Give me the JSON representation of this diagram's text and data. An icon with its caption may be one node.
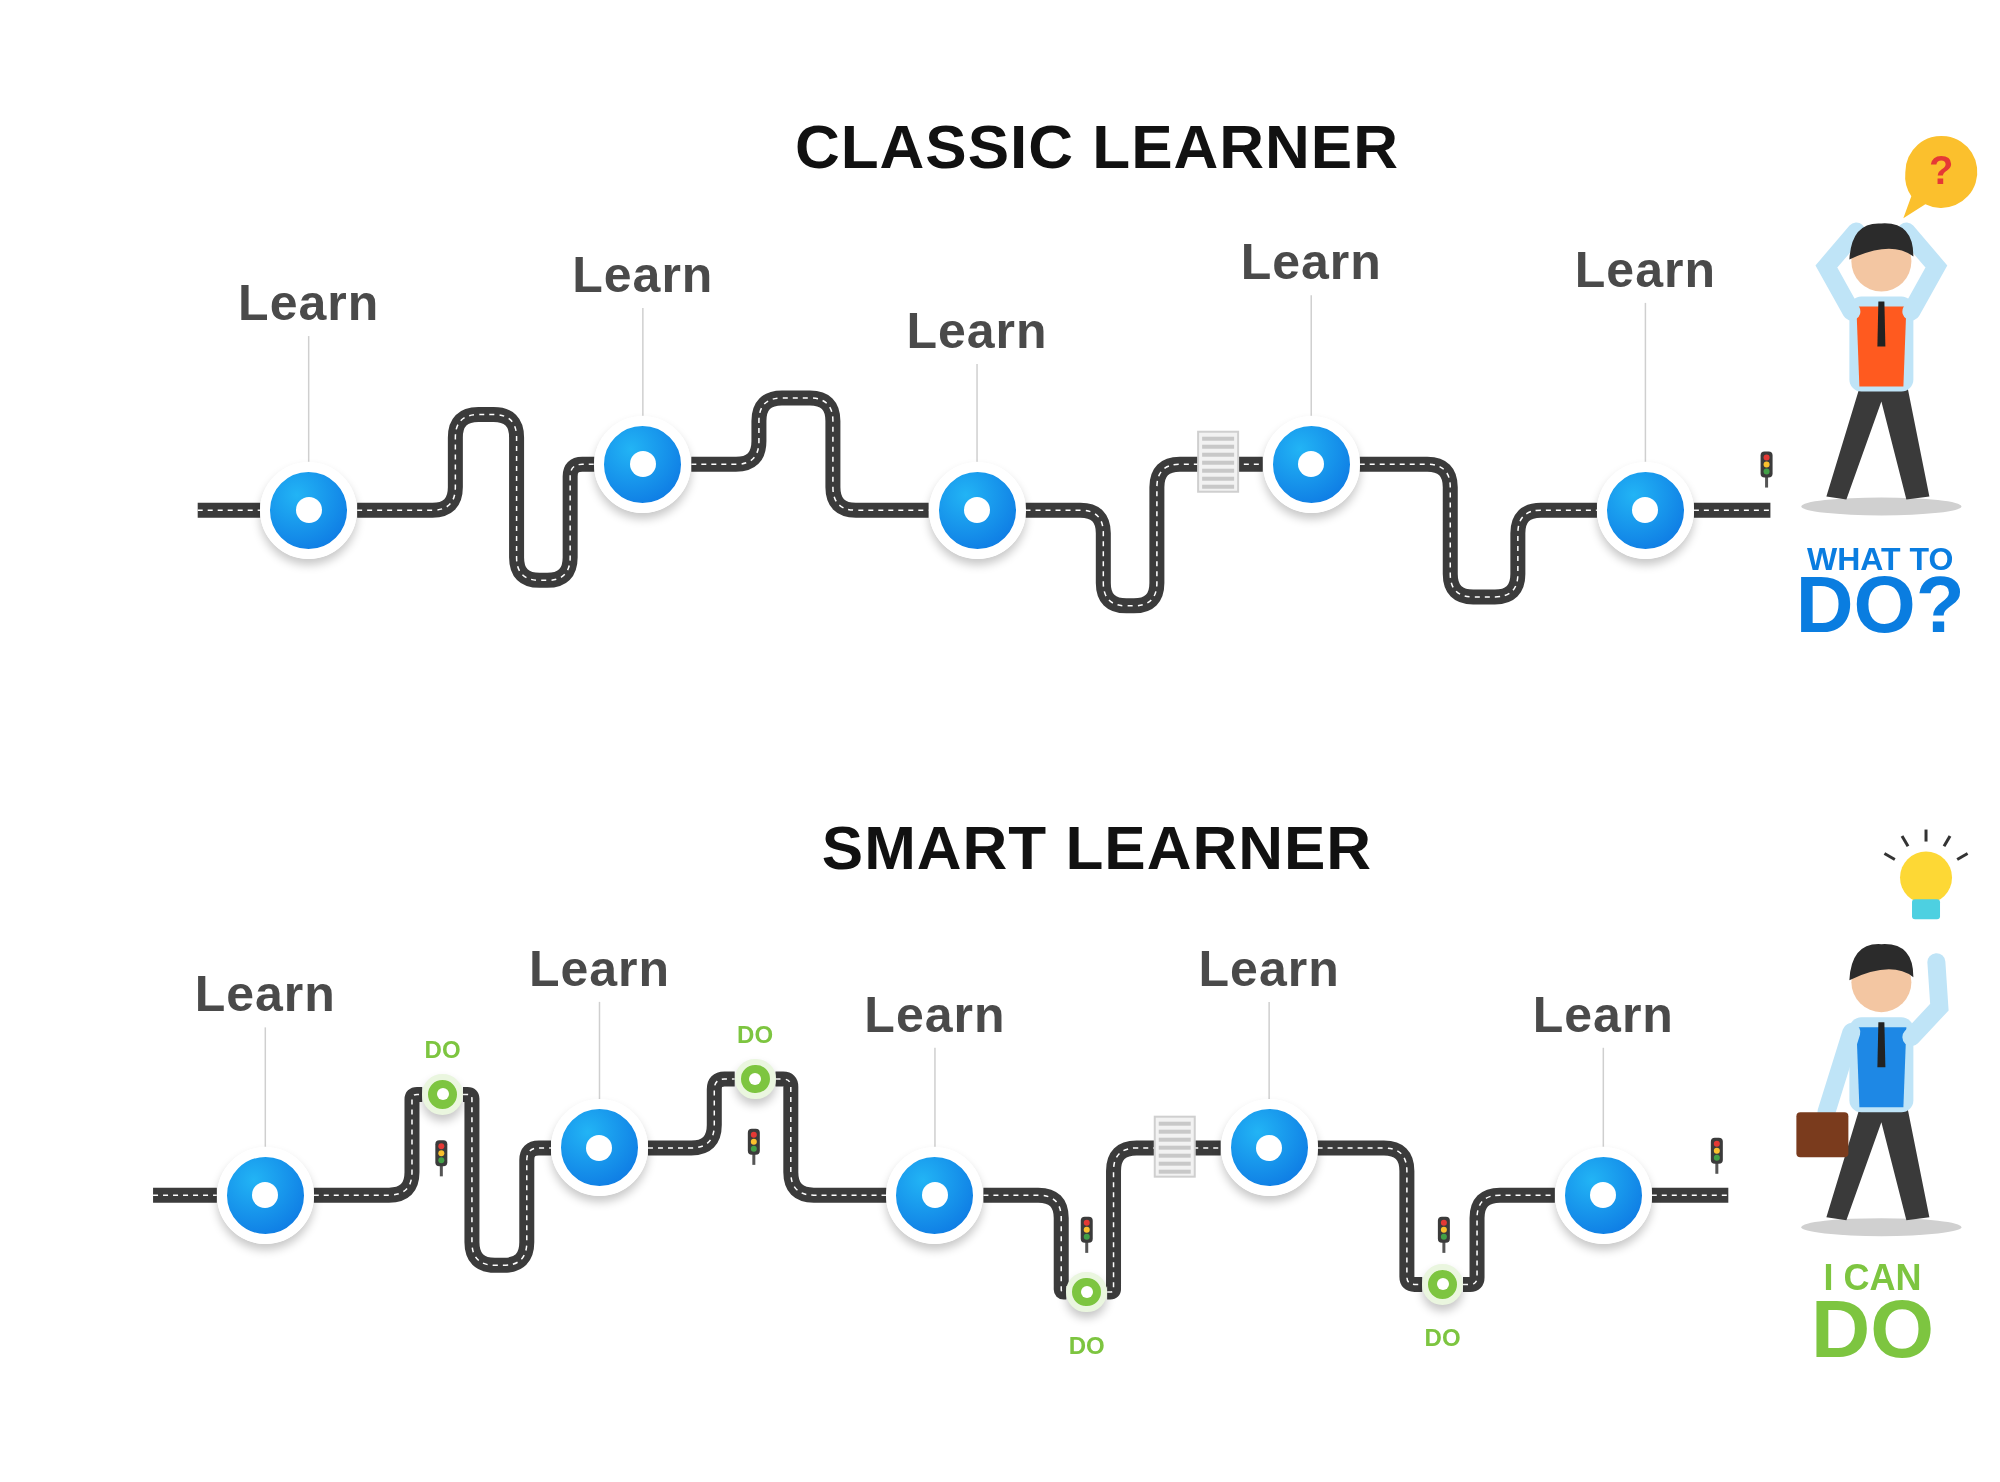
{
  "diagram": {
    "nodes": [
      {
        "text": [
          "Learn"
        ]
      },
      {
        "text": [],
        "shape": "circle"
      },
      {
        "text": [
          "Learn"
        ]
      },
      {
        "text": [],
        "shape": "circle"
      },
      {
        "text": [
          "Learn"
        ]
      },
      {
        "text": [],
        "shape": "circle"
      },
      {
        "text": [
          "Learn"
        ]
      },
      {
        "text": [],
        "shape": "circle"
      },
      {
        "text": [
          "Learn"
        ]
      },
      {
        "text": [],
        "shape": "circle"
      },
      {
        "text": [
          "Learn"
        ]
      },
      {
        "text": [],
        "shape": "circle"
      },
      {
        "text": [
          "DO"
        ]
      },
      {
        "text": [
          "Learn"
        ]
      },
      {
        "text": [],
        "shape": "circle"
      },
      {
        "text": [
          "DO"
        ]
      },
      {
        "text": [
          "Learn"
        ]
      },
      {
        "text": [],
        "shape": "circle"
      },
      {
        "text": [
          "DO"
        ]
      },
      {
        "text": [
          "Learn"
        ]
      },
      {
        "text": [],
        "shape": "circle"
      },
      {
        "text": [
          "DO"
        ]
      },
      {
        "text": [
          "Learn"
        ]
      },
      {
        "text": [],
        "shape": "circle"
      }
    ],
    "edges": [
      {
        "from": 1,
        "to": 3,
        "arrow": "none"
      },
      {
        "from": 3,
        "to": 5,
        "arrow": "none"
      },
      {
        "from": 5,
        "to": 7,
        "arrow": "none"
      },
      {
        "from": 7,
        "to": 9,
        "arrow": "none"
      },
      {
        "from": 11,
        "to": 12,
        "arrow": "none"
      },
      {
        "from": 12,
        "to": 14,
        "arrow": "none"
      },
      {
        "from": 14,
        "to": 15,
        "arrow": "none"
      },
      {
        "from": 15,
        "to": 17,
        "arrow": "none"
      },
      {
        "from": 17,
        "to": 18,
        "arrow": "none"
      },
      {
        "from": 18,
        "to": 20,
        "arrow": "none"
      },
      {
        "from": 20,
        "to": 21,
        "arrow": "none"
      },
      {
        "from": 21,
        "to": 23,
        "arrow": "none"
      },
      {
        "from": 0,
        "to": 1,
        "arrow": "none",
        "color": "#cfcfcf"
      },
      {
        "from": 2,
        "to": 3,
        "arrow": "none",
        "color": "#cfcfcf"
      },
      {
        "from": 4,
        "to": 5,
        "arrow": "none",
        "color": "#cfcfcf"
      },
      {
        "from": 6,
        "to": 7,
        "arrow": "none",
        "color": "#cfcfcf"
      },
      {
        "from": 8,
        "to": 9,
        "arrow": "none",
        "color": "#cfcfcf"
      },
      {
        "from": 10,
        "to": 11,
        "arrow": "none",
        "color": "#cfcfcf"
      },
      {
        "from": 13,
        "to": 14,
        "arrow": "none",
        "color": "#cfcfcf"
      },
      {
        "from": 16,
        "to": 17,
        "arrow": "none",
        "color": "#cfcfcf"
      },
      {
        "from": 19,
        "to": 20,
        "arrow": "none",
        "color": "#cfcfcf"
      },
      {
        "from": 22,
        "to": 23,
        "arrow": "none",
        "color": "#cfcfcf"
      }
    ],
    "labels": [
      "CLASSIC LEARNER",
      "?",
      "WHAT TO",
      "DO?",
      "SMART LEARNER",
      "I CAN",
      "DO"
    ]
  }
}
